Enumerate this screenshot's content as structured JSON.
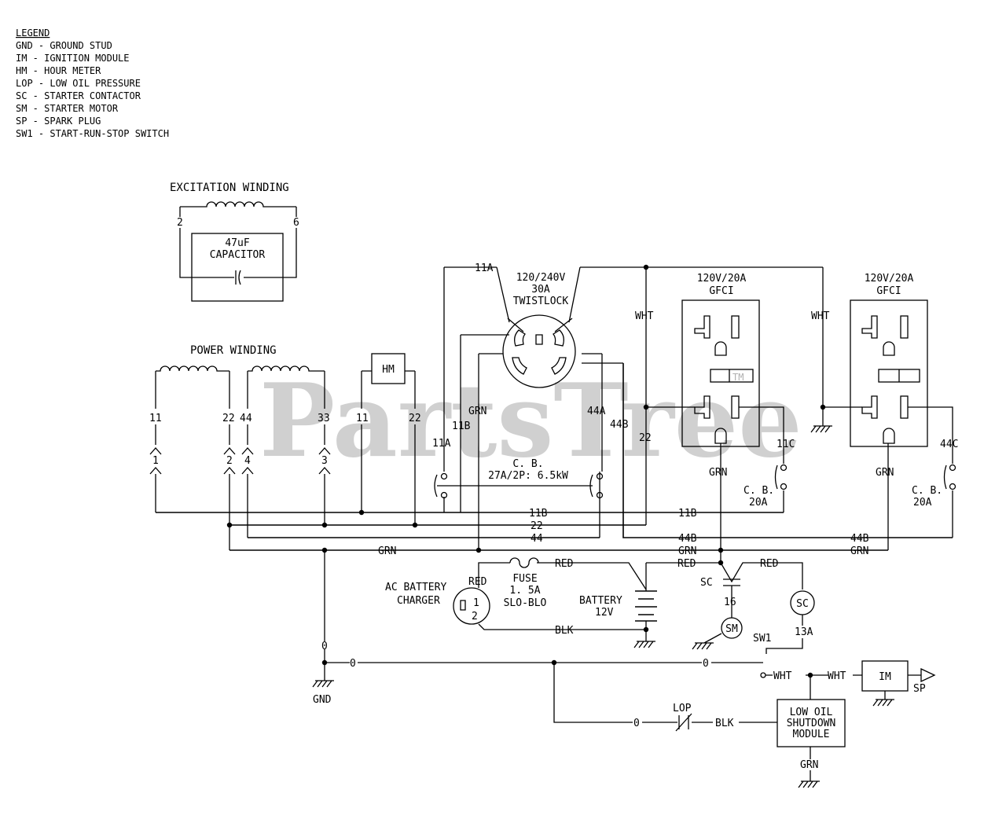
{
  "watermark": "PartsTree",
  "trademark": "TM",
  "legend": {
    "title": "LEGEND",
    "entries": [
      "GND - GROUND STUD",
      "IM - IGNITION MODULE",
      "HM - HOUR METER",
      "LOP - LOW OIL PRESSURE",
      "SC - STARTER CONTACTOR",
      "SM - STARTER MOTOR",
      "SP - SPARK PLUG",
      "SW1 - START-RUN-STOP SWITCH"
    ]
  },
  "excitation": {
    "title": "EXCITATION WINDING",
    "pin_left": "2",
    "pin_right": "6",
    "cap_value": "47uF",
    "cap_name": "CAPACITOR"
  },
  "power_winding": {
    "title": "POWER WINDING"
  },
  "hour_meter": "HM",
  "wires": {
    "w11": "11",
    "w22": "22",
    "w44": "44",
    "w33": "33",
    "hm11": "11",
    "hm22": "22",
    "p1": "1",
    "p2": "2",
    "p4": "4",
    "p3": "3",
    "w11a": "11A",
    "w11a_top": "11A",
    "w11b": "11B",
    "grn": "GRN",
    "w44a": "44A",
    "w44b": "44B",
    "wht1": "WHT",
    "w22r": "22",
    "bus11b_a": "11B",
    "bus11b_b": "11B",
    "bus22": "22",
    "bus44": "44",
    "bus44b_a": "44B",
    "bus44b_b": "44B",
    "busgrn_a": "GRN",
    "busgrn_b": "GRN",
    "busgrn_c": "GRN",
    "wht2": "WHT",
    "grn1": "GRN",
    "grn2": "GRN",
    "w11c": "11C",
    "w44c": "44C",
    "red1": "RED",
    "red2": "RED",
    "red3": "RED",
    "red4": "RED",
    "blk1": "BLK",
    "blk2": "BLK",
    "w16": "16",
    "w13a": "13A",
    "z1": "0",
    "z2": "0",
    "z3": "0",
    "z4": "0",
    "wht3": "WHT",
    "wht4": "WHT",
    "grn3": "GRN"
  },
  "twistlock": {
    "line1": "120/240V",
    "line2": "30A",
    "line3": "TWISTLOCK"
  },
  "cb_main": {
    "line1": "C. B.",
    "line2": "27A/2P: 6.5kW"
  },
  "gfci1": {
    "line1": "120V/20A",
    "line2": "GFCI"
  },
  "gfci2": {
    "line1": "120V/20A",
    "line2": "GFCI"
  },
  "cb1": {
    "line1": "C. B.",
    "line2": "20A"
  },
  "cb2": {
    "line1": "C. B.",
    "line2": "20A"
  },
  "charger": {
    "line1": "AC BATTERY",
    "line2": "CHARGER",
    "pin1": "1",
    "pin2": "2"
  },
  "fuse": {
    "line1": "FUSE",
    "line2": "1. 5A",
    "line3": "SLO-BLO"
  },
  "battery": {
    "line1": "BATTERY",
    "line2": "12V"
  },
  "sc_label": "SC",
  "sc_coil": "SC",
  "sm": "SM",
  "sw1": "SW1",
  "im": "IM",
  "sp": "SP",
  "gnd": "GND",
  "lop": "LOP",
  "shutdown": {
    "line1": "LOW OIL",
    "line2": "SHUTDOWN",
    "line3": "MODULE"
  }
}
